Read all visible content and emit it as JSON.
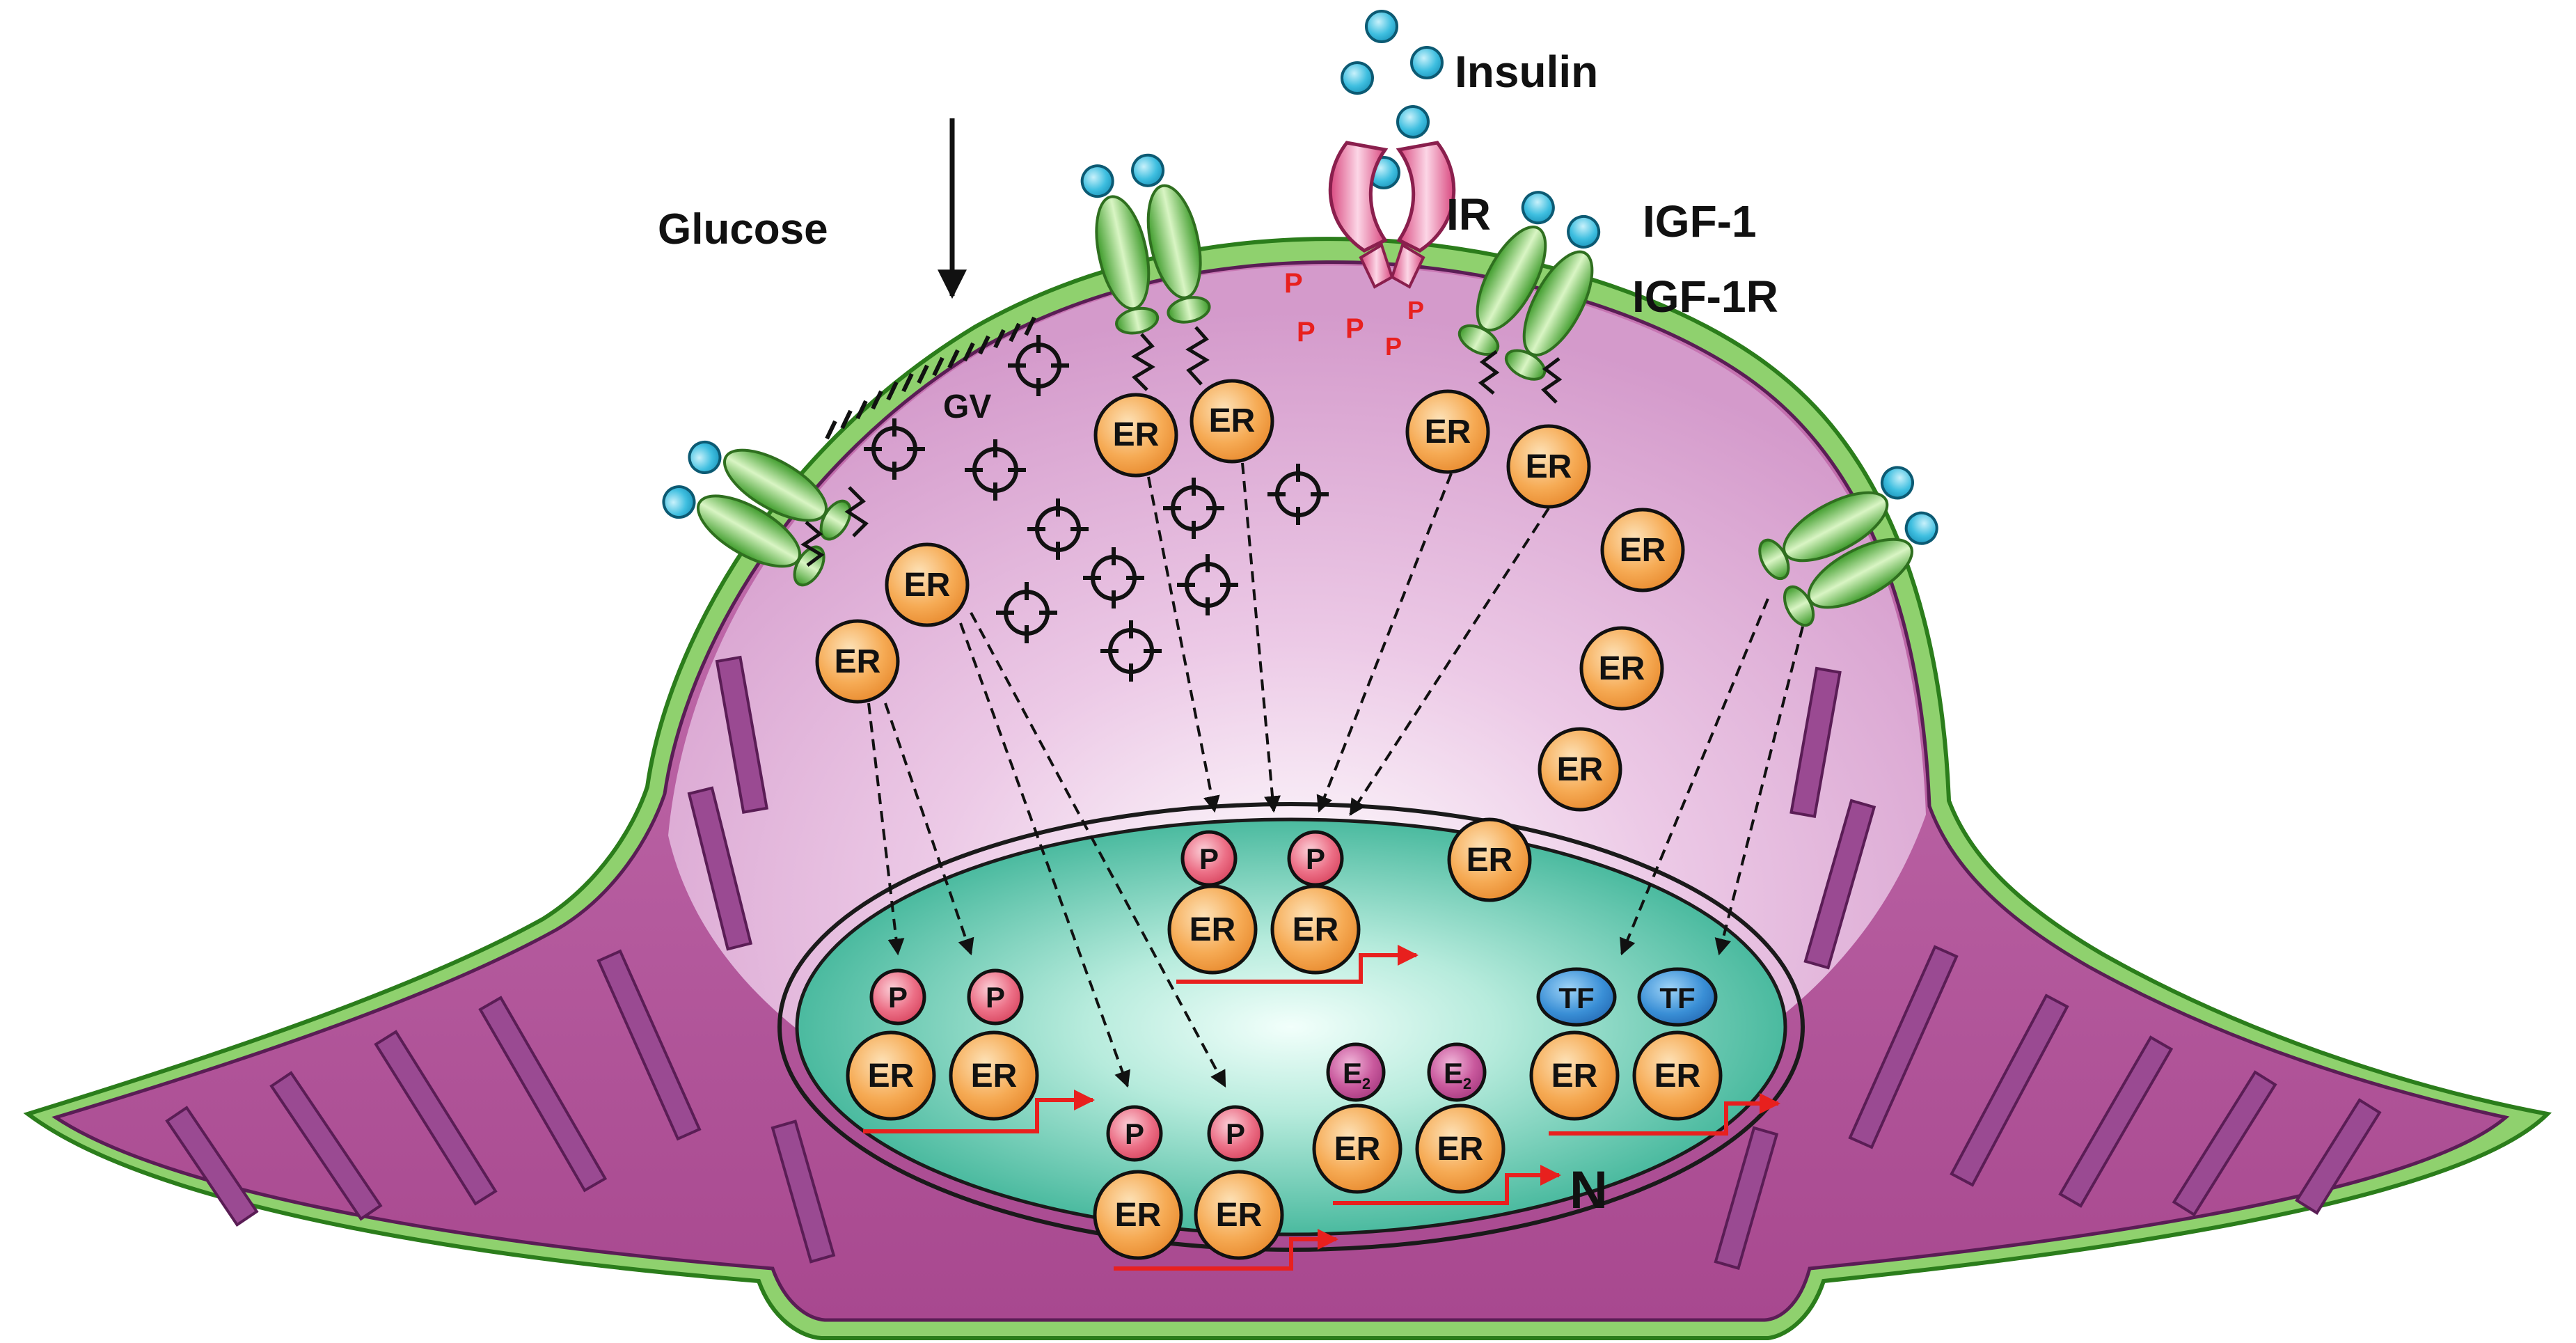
{
  "labels": {
    "glucose": "Glucose",
    "gv": "GV",
    "insulin": "Insulin",
    "ir": "IR",
    "igf1": "IGF-1",
    "igf1r": "IGF-1R",
    "nucleus": "N"
  },
  "glyphs": {
    "er": "ER",
    "p": "P",
    "tf": "TF",
    "e2_main": "E",
    "e2_sub": "2"
  },
  "colors": {
    "cell_body": "#c25fa8",
    "cell_dome": "#e3b6dc",
    "cell_membrane": "#8fd16e",
    "nucleus": "#2fb896",
    "er_orange": "#f4a24a",
    "phospho_pink": "#e8657f",
    "e2_magenta": "#b94a8c",
    "tf_blue": "#2f78c4",
    "receptor_green": "#5cbf3f",
    "ligand_cyan": "#3bb7d8",
    "insulin_receptor_pink": "#e86aa0",
    "transcription_arrow": "#e8201e",
    "stripe": "#9a4a92"
  }
}
